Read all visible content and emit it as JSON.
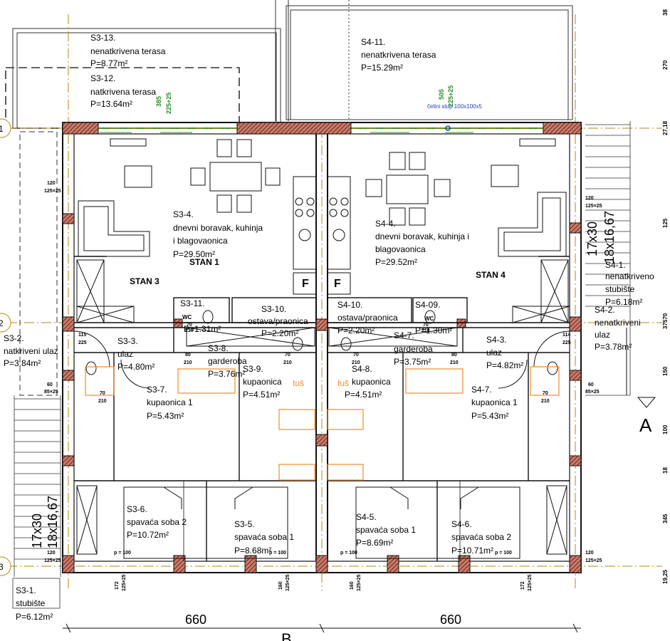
{
  "rooms": {
    "s3_13": {
      "id": "S3-13.",
      "name": "nenatkrivena terasa",
      "area": "P=8.77m²"
    },
    "s3_12": {
      "id": "S3-12.",
      "name": "natkrivena terasa",
      "area": "P=13.64m²"
    },
    "s4_11": {
      "id": "S4-11.",
      "name": "nenatkrivena terasa",
      "area": "P=15.29m²"
    },
    "s3_4": {
      "id": "S3-4.",
      "name1": "dnevni boravak, kuhinja",
      "name2": "i blagovaonica",
      "area": "P=29.50m²"
    },
    "s4_4": {
      "id": "S4-4.",
      "name1": "dnevni boravak, kuhinja i",
      "name2": "blagovaonica",
      "area": "P=29.52m²"
    },
    "s4_1": {
      "id": "S4-1.",
      "name1": "nenatkriveno",
      "name2": "stubište",
      "area": "P=6.18m²"
    },
    "s3_11": {
      "id": "S3-11.",
      "name": "WC",
      "area": "P=1.31m²"
    },
    "s3_10": {
      "id": "S3-10.",
      "name": "ostava/praonica",
      "area": "P=2.20m²"
    },
    "s4_10": {
      "id": "S4-10.",
      "name": "ostava/praonica",
      "area": "P=2.20m²"
    },
    "s4_09": {
      "id": "S4-09.",
      "name": "WC",
      "area": "P=1.30m²"
    },
    "s4_2": {
      "id": "S4-2.",
      "name1": "nenatkriveni",
      "name2": "ulaz",
      "area": "P=3.78m²"
    },
    "s3_2": {
      "id": "S3-2.",
      "name": "natkriveni ulaz",
      "area": "P=3.84m²"
    },
    "s3_3": {
      "id": "S3-3.",
      "name": "ulaz",
      "area": "P=4.80m²"
    },
    "s3_8": {
      "id": "S3-8.",
      "name": "garderoba",
      "area": "P=3.76m²"
    },
    "s4_7g": {
      "id": "S4-7.",
      "name": "garderoba",
      "area": "P=3.75m²"
    },
    "s4_3": {
      "id": "S4-3.",
      "name": "ulaz",
      "area": "P=4.82m²"
    },
    "s3_9": {
      "id": "S3-9.",
      "name": "kupaonica",
      "area": "P=4.51m²"
    },
    "s4_8": {
      "id": "S4-8.",
      "name": "kupaonica",
      "area": "P=4.51m²"
    },
    "s3_7": {
      "id": "S3-7.",
      "name": "kupaonica 1",
      "area": "P=5.43m²"
    },
    "s4_7": {
      "id": "S4-7.",
      "name": "kupaonica 1",
      "area": "P=5.43m²"
    },
    "s3_6": {
      "id": "S3-6.",
      "name": "spavaća soba 2",
      "area": "P=10.72m²"
    },
    "s3_5": {
      "id": "S3-5.",
      "name": "spavaća soba 1",
      "area": "P=8.68m²"
    },
    "s4_5": {
      "id": "S4-5.",
      "name": "spavaća soba 1",
      "area": "P=8.69m²"
    },
    "s4_6": {
      "id": "S4-6.",
      "name": "spavaća soba 2",
      "area": "P=10.71m²"
    },
    "s3_1": {
      "id": "S3-1.",
      "name": "stubište",
      "area": "P=6.12m²"
    }
  },
  "labels": {
    "stan3": "STAN 3",
    "stan1": "STAN 1",
    "stan4": "STAN 4",
    "tus_left": "tuš",
    "tus_right": "tuš",
    "fridge": "F",
    "column_note": "čelini stup 100x100x5",
    "section_mark": "A",
    "stairs_left_1": "17x30",
    "stairs_left_2": "18x16,67",
    "stairs_right_1": "17x30",
    "stairs_right_2": "18x16,67",
    "dim_left": "660",
    "dim_right": "660",
    "bottom_letter": "B",
    "grid": [
      "1",
      "2",
      "3"
    ],
    "right_edge": [
      "38",
      "270",
      "27,18",
      "125",
      "37570",
      "150",
      "100",
      "18",
      "345",
      "19,25"
    ]
  },
  "openings": {
    "p100": "p = 100",
    "w120": "120",
    "w125": "125×25",
    "w115": "115",
    "w225": "225",
    "w114": "114",
    "w60": "60",
    "w85": "85×25",
    "w70": "70",
    "w210": "210",
    "w80": "80",
    "w172": "172",
    "w160": "160",
    "w385": "385",
    "w505": "505"
  },
  "colors": {
    "wall": "#111111",
    "brick": "#b05a4a",
    "axis": "#b8860b",
    "wet": "#f28c28",
    "rail": "#2e8b2e",
    "note": "#1f3fbf"
  }
}
